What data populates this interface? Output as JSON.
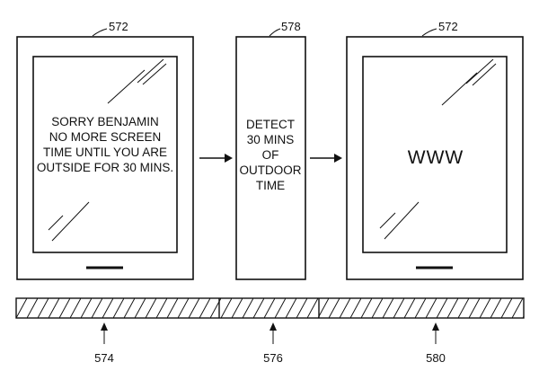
{
  "figure": {
    "ref_left_device": "572",
    "ref_middle_box": "578",
    "ref_right_device": "572",
    "ref_bar_left": "574",
    "ref_bar_middle": "576",
    "ref_bar_right": "580"
  },
  "left_device": {
    "message_lines": [
      "SORRY BENJAMIN",
      "NO MORE SCREEN",
      "TIME UNTIL YOU ARE",
      "OUTSIDE FOR 30 MINS."
    ]
  },
  "middle_box": {
    "lines": [
      "DETECT",
      "30 MINS",
      "OF",
      "OUTDOOR",
      "TIME"
    ]
  },
  "right_device": {
    "screen_text": "WWW"
  }
}
